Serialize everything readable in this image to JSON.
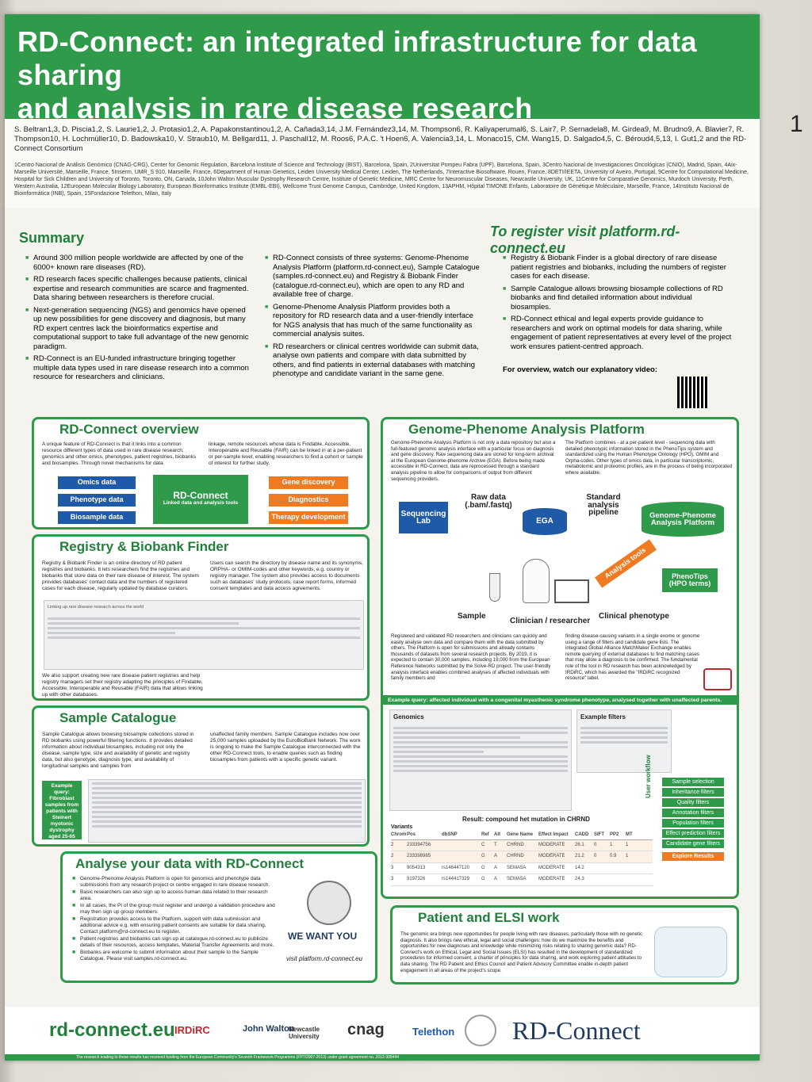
{
  "page_number": "1",
  "header": {
    "title_line1": "RD-Connect: an integrated infrastructure for data sharing",
    "title_line2": "and analysis in rare disease research"
  },
  "authors": "S. Beltran1,3, D. Piscia1,2, S. Laurie1,2, J. Protasio1,2, A. Papakonstantinou1,2, A. Cañada3,14, J.M. Fernández3,14, M. Thompson6, R. Kaliyaperumal6, S. Lair7, P. Sernadela8, M. Girdea9, M. Brudno9, A. Blavier7, R. Thompson10, H. Lochmüller10, D. Badowska10, V. Straub10, M. Bellgard11, J. Paschall12, M. Roos6, P.A.C. 't Hoen6, A. Valencia3,14, L. Monaco15, CM. Wang15, D. Salgado4,5, C. Béroud4,5,13, I. Gut1,2 and the RD-Connect Consortium",
  "affiliations": "1Centro Nacional de Análisis Genómico (CNAG-CRG), Center for Genomic Regulation, Barcelona Institute of Science and Technology (BIST), Barcelona, Spain, 2Universitat Pompeu Fabra (UPF), Barcelona, Spain, 3Centro Nacional de Investigaciones Oncológicas (CNIO), Madrid, Spain, 4Aix-Marseille Université, Marseille, France, 5Inserm, UMR_S 910, Marseille, France, 6Department of Human Genetics, Leiden University Medical Center, Leiden, The Netherlands, 7Interactive Biosoftware, Rouen, France, 8DETI/IEETA, University of Aveiro, Portugal, 9Centre for Computational Medicine, Hospital for Sick Children and University of Toronto, Toronto, ON, Canada, 10John Walton Muscular Dystrophy Research Centre, Institute of Genetic Medicine, MRC Centre for Neuromuscular Diseases, Newcastle University, UK, 11Centre for Comparative Genomics, Murdoch University, Perth, Western Australia, 12European Molecular Biology Laboratory, European Bioinformatics Institute (EMBL-EBI), Wellcome Trust Genome Campus, Cambridge, United Kingdom, 13APHM, Hôpital TIMONE Enfants, Laboratoire de Génétique Moléculaire, Marseille, France, 14Instituto Nacional de Bioinformática (INB), Spain, 15Fondazione Telethon, Milan, Italy",
  "summary": {
    "heading": "Summary",
    "register": "To register visit platform.rd-connect.eu",
    "col1": [
      "Around 300 million people worldwide are affected by one of the 6000+ known rare diseases (RD).",
      "RD research faces specific challenges because patients, clinical expertise and research communities are scarce and fragmented. Data sharing between researchers is therefore crucial.",
      "Next-generation sequencing (NGS) and genomics have opened up new possibilities for gene discovery and diagnosis, but many RD expert centres lack the bioinformatics expertise and computational support to take full advantage of the new genomic paradigm.",
      "RD-Connect is an EU-funded infrastructure bringing together multiple data types used in rare disease research into a common resource for researchers and clinicians."
    ],
    "col2": [
      "RD-Connect consists of three systems: Genome-Phenome Analysis Platform (platform.rd-connect.eu), Sample Catalogue (samples.rd-connect.eu) and Registry & Biobank Finder (catalogue.rd-connect.eu), which are open to any RD and available free of charge.",
      "Genome-Phenome Analysis Platform provides both a repository for RD research data and a user-friendly interface for NGS analysis that has much of the same functionality as commercial analysis suites.",
      "RD researchers or clinical centres worldwide can submit data, analyse own patients and compare with data submitted by others, and find patients in external databases with matching phenotype and candidate variant in the same gene."
    ],
    "col3": [
      "Registry & Biobank Finder is a global directory of rare disease patient registries and biobanks, including the numbers of register cases for each disease.",
      "Sample Catalogue allows browsing biosample collections of RD biobanks and find detailed information about individual biosamples.",
      "RD-Connect ethical and legal experts provide guidance to researchers and work on optimal models for data sharing, while engagement of patient representatives at every level of the project work ensures patient-centred approach."
    ],
    "video": "For overview, watch our explanatory video:"
  },
  "overview": {
    "heading": "RD-Connect overview",
    "text1": "A unique feature of RD-Connect is that it links into a common resource different types of data used in rare disease research; genomics and other omics, phenotypes, patient registries, biobanks and biosamples. Through novel mechanisms for data",
    "text2": "linkage, remote resources whose data is Findable, Accessible, Interoperable and Reusable (FAIR) can be linked in at a per-patient or per-sample level, enabling researchers to find a cohort or sample of interest for further study.",
    "inputs": [
      "Omics data",
      "Phenotype data",
      "Biosample data"
    ],
    "center_title": "RD-Connect",
    "center_sub": "Linked data and analysis tools",
    "outputs": [
      "Gene discovery",
      "Diagnostics",
      "Therapy development"
    ]
  },
  "registry": {
    "heading": "Registry & Biobank Finder",
    "text1": "Registry & Biobank Finder is an online directory of RD patient registries and biobanks. It lets researchers find the registries and biobanks that store data on their rare disease of interest. The system provides databases' contact data and the numbers of registered cases for each disease, regularly updated by database curators.",
    "text2": "Users can search the directory by disease name and its synonyms, ORPHA- or OMIM-codes and other keywords, e.g. country or registry manager. The system also provides access to documents such as databases' study protocols, case report forms, informed consent templates and data access agreements.",
    "text3": "We also support creating new rare disease patient registries and help registry managers set their registry adapting the principles of Findable, Accessible, Interoperable and Reusable (FAIR) data that allows linking up with other databases.",
    "screen_title": "Linking up rare disease research across the world"
  },
  "sample": {
    "heading": "Sample Catalogue",
    "text1": "Sample Catalogue allows browsing biosample collections stored in RD biobanks using powerful filtering functions. It provides detailed information about individual biosamples, including not only the disease, sample type, size and availability of genetic and registry data, but also genotype, diagnosis type, and availability of longitudinal samples and samples from",
    "text2": "unaffected family members. Sample Catalogue includes now over 25,000 samples uploaded by the EuroBioBank Network. The work is ongoing to make the Sample Catalogue interconnected with the other RD-Connect tools, to enable queries such as finding biosamples from patients with a specific genetic variant.",
    "example": "Example query: Fibroblast samples from patients with Steinert myotonic dystrophy aged 25-65"
  },
  "analyse": {
    "heading": "Analyse your data with RD-Connect",
    "items": [
      "Genome-Phenome Analysis Platform is open for genomics and phenotype data submissions from any research project or centre engaged in rare disease research.",
      "Basic researchers can also sign up to access human data related to their research area.",
      "In all cases, the PI of the group must register and undergo a validation procedure and may then sign up group members.",
      "Registration provides access to the Platform, support with data submission and additional advice e.g. with ensuring patient consents are suitable for data sharing. Contact platform@rd-connect.eu to register.",
      "Patient registries and biobanks can sign up at catalogue.rd-connect.eu to publicize details of their resources, access templates, Material Transfer Agreements and more.",
      "Biobanks are welcome to submit information about their sample to the Sample Catalogue. Please visit samples.rd-connect.eu."
    ],
    "want": "WE WANT YOU",
    "visit": "visit platform.rd-connect.eu"
  },
  "gpap": {
    "heading": "Genome-Phenome Analysis Platform",
    "text1": "Genome-Phenome Analysis Platform is not only a data repository but also a full-featured genomic analysis interface with a particular focus on diagnosis and gene discovery. Raw sequencing data are stored for long-term archival at the European Genome-phenome Archive (EGA). Before being made accessible in RD-Connect, data are reprocessed through a standard analysis pipeline to allow for comparisons of output from different sequencing providers.",
    "text2": "The Platform combines - at a per-patient level - sequencing data with detailed phenotypic information stored in the PhenoTips system and standardized using the Human Phenotype Ontology (HPO), OMIM and Orpha-codes. Other types of omics data, in particular transcriptomic, metabolomic and proteomic profiles, are in the process of being incorporated where available.",
    "diagram": {
      "seq": "Sequencing Lab",
      "raw": "Raw data (.bam/.fastq)",
      "ega": "EGA",
      "pipeline": "Standard analysis pipeline",
      "gpap": "Genome-Phenome Analysis Platform",
      "tools": "Analysis tools",
      "phenotips": "PhenoTips (HPO terms)",
      "sample": "Sample",
      "clinician": "Clinician / researcher",
      "phenotype": "Clinical phenotype"
    },
    "text3": "Registered and validated RD researchers and clinicians can quickly and easily analyse own data and compare them with the data submitted by others. The Platform is open for submissions and already contains thousands of datasets from several research projects. By 2019, it is expected to contain 30,000 samples, including 19,000 from the European Reference Networks submitted by the Solve-RD project. The user-friendly analysis interface enables combined analyses of affected individuals with family members and",
    "text4": "finding disease-causing variants in a single exome or genome using a range of filters and candidate gene lists. The integrated Global Alliance MatchMaker Exchange enables remote querying of external databases to find matching cases that may allow a diagnosis to be confirmed. The fundamental role of the tool in RD research has been acknowledged by IRDiRC, which has awarded the \"IRDiRC recognized resource\" label.",
    "example": "Example query: affected individual with a congenital myasthenic syndrome phenotype, analysed together with unaffected parents.",
    "genomics": "Genomics",
    "filters": "Example filters",
    "workflow": "User workflow",
    "steps": [
      "Sample selection",
      "Inheritance filters",
      "Quality filters",
      "Annotation filters",
      "Population filters",
      "Effect prediction filters",
      "Candidate gene filters",
      "Explore Results"
    ],
    "result": "Result: compound het mutation in CHRND",
    "variants_label": "Variants",
    "variant_cols": [
      "Chrom",
      "Pos",
      "dbSNP",
      "Ref",
      "Alt",
      "Gene Name",
      "Effect Impact",
      "CADD",
      "SIFT",
      "PP2",
      "MT"
    ],
    "variant_rows": [
      [
        "2",
        "233394756",
        "",
        "C",
        "T",
        "CHRND",
        "MODERATE",
        "26.1",
        "0",
        "1",
        "1"
      ],
      [
        "2",
        "233398985",
        "",
        "G",
        "A",
        "CHRND",
        "MODERATE",
        "21.2",
        "0",
        "0.9",
        "1"
      ],
      [
        "3",
        "9054313",
        "rs146447120",
        "G",
        "A",
        "SEMA5A",
        "MODERATE",
        "14.2",
        "",
        "",
        ""
      ],
      [
        "3",
        "9197326",
        "rs144417329",
        "G",
        "A",
        "SEMA5A",
        "MODERATE",
        "24.3",
        "",
        "",
        ""
      ]
    ]
  },
  "elsi": {
    "heading": "Patient and ELSI work",
    "text": "The genomic era brings new opportunities for people living with rare diseases, particularly those with no genetic diagnosis. It also brings new ethical, legal and social challenges: how do we maximize the benefits and opportunities for new diagnoses and knowledge while minimizing risks relating to sharing genomic data? RD-Connect's work on Ethical, Legal and Social Issues (ELSI) has resulted in the development of standardized procedures for informed consent, a charter of principles for data sharing, and work exploring patient attitudes to data sharing. The RD Patient and Ethics Council and Patient Advisory Committee enable in-depth patient engagement in all areas of the project's scope."
  },
  "footer": {
    "site": "rd-connect.eu",
    "logos": [
      "IRDiRC",
      "John Walton",
      "Newcastle University",
      "cnag",
      "Telethon",
      "RD-Connect"
    ],
    "funding": "The research leading to these results has received funding from the European Community's Seventh Framework Programme (FP7/2007-2013) under grant agreement no. 2012-305444"
  },
  "colors": {
    "green": "#2f9a4a",
    "blue": "#1e5aa8",
    "orange": "#f07a22"
  }
}
